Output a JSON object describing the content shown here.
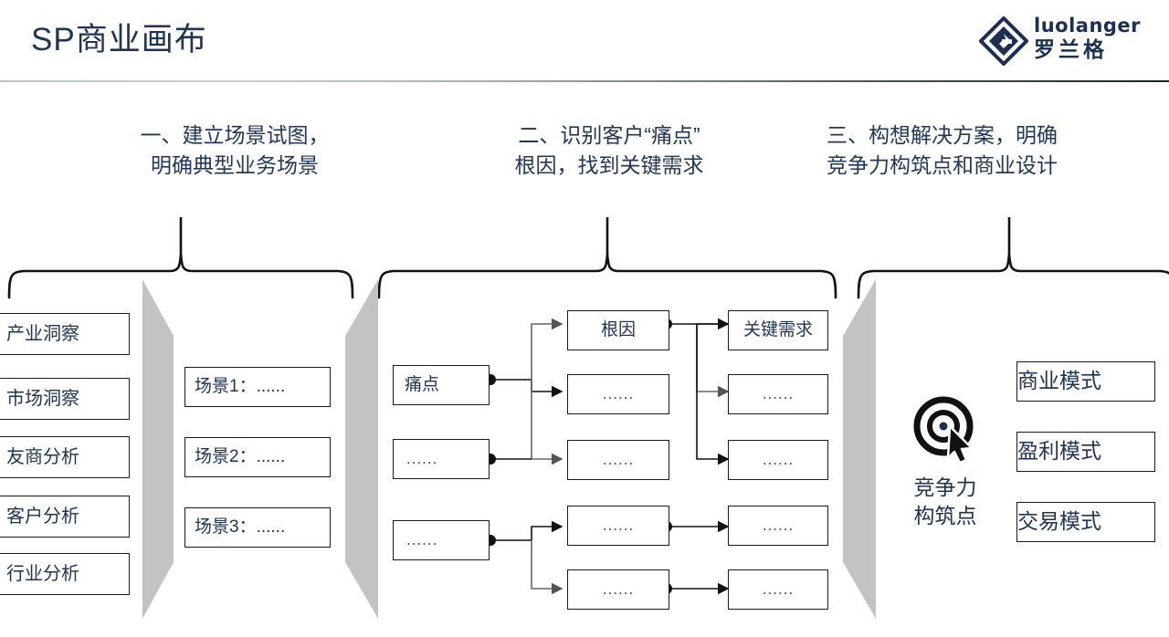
{
  "header": {
    "title": "SP商业画布",
    "logo": {
      "english": "luolanger",
      "chinese": "罗兰格",
      "mark": "diamond-logo-icon"
    }
  },
  "sections": [
    {
      "id": "one",
      "title": "一、建立场景试图，\n明确典型业务场景"
    },
    {
      "id": "two",
      "title": "二、识别客户“痛点”\n根因，找到关键需求"
    },
    {
      "id": "three",
      "title": "三、构想解决方案，明确\n竞争力构筑点和商业设计"
    }
  ],
  "column_insights": {
    "items": [
      {
        "label": "产业洞察"
      },
      {
        "label": "市场洞察"
      },
      {
        "label": "友商分析"
      },
      {
        "label": "客户分析"
      },
      {
        "label": "行业分析"
      }
    ]
  },
  "column_scenes": {
    "items": [
      {
        "label": "场景1：......"
      },
      {
        "label": "场景2：......"
      },
      {
        "label": "场景3：......"
      }
    ]
  },
  "tree": {
    "pain_points": [
      {
        "label": "痛点"
      },
      {
        "label": "......"
      },
      {
        "label": "......"
      }
    ],
    "root_causes": [
      {
        "label": "根因"
      },
      {
        "label": "......"
      },
      {
        "label": "......"
      },
      {
        "label": "......"
      },
      {
        "label": "......"
      }
    ],
    "key_needs": [
      {
        "label": "关键需求"
      },
      {
        "label": "......"
      },
      {
        "label": "......"
      },
      {
        "label": "......"
      },
      {
        "label": "......"
      }
    ]
  },
  "competitiveness": {
    "icon": "target-cursor-icon",
    "label": "竞争力\n构筑点"
  },
  "column_models": {
    "items": [
      {
        "label": "商业模式"
      },
      {
        "label": "盈利模式"
      },
      {
        "label": "交易模式"
      }
    ]
  },
  "colors": {
    "title_navy": "#1e3356",
    "text_navy": "#23375c",
    "line_black": "#1b1b1b",
    "chevron_gray": "#bfbfbf",
    "page_bg": "#ffffff"
  }
}
